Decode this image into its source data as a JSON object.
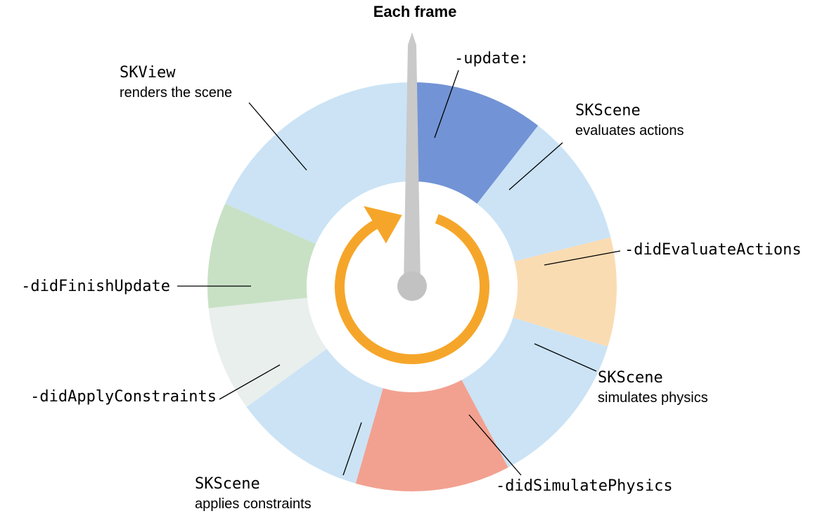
{
  "title": "Each frame",
  "diagram": {
    "center_arrow_color": "#F5A62A",
    "needle_color": "#C9C9C9",
    "hub_color": "#C2C2C2",
    "leader_line_color": "#000000",
    "background_color": "#FFFFFF"
  },
  "segments": [
    {
      "name": "update",
      "start": 0,
      "end": 38,
      "color": "#7293D5",
      "label_mono": "-update:",
      "label_text": ""
    },
    {
      "name": "scene-evaluates-actions",
      "start": 38,
      "end": 76,
      "color": "#CBE3F5",
      "label_mono": "SKScene",
      "label_text": "evaluates actions"
    },
    {
      "name": "did-evaluate-actions",
      "start": 76,
      "end": 107,
      "color": "#FADCB3",
      "label_mono": "-didEvaluateActions",
      "label_text": ""
    },
    {
      "name": "scene-simulates-physics",
      "start": 107,
      "end": 152,
      "color": "#CBE3F5",
      "label_mono": "SKScene",
      "label_text": "simulates physics"
    },
    {
      "name": "did-simulate-physics",
      "start": 152,
      "end": 196,
      "color": "#F2A190",
      "label_mono": "-didSimulatePhysics",
      "label_text": ""
    },
    {
      "name": "scene-applies-constraints",
      "start": 196,
      "end": 234,
      "color": "#CBE3F5",
      "label_mono": "SKScene",
      "label_text": "applies constraints"
    },
    {
      "name": "did-apply-constraints",
      "start": 234,
      "end": 264,
      "color": "#E9EFEC",
      "label_mono": "-didApplyConstraints",
      "label_text": ""
    },
    {
      "name": "did-finish-update",
      "start": 264,
      "end": 294,
      "color": "#C8E1C5",
      "label_mono": "-didFinishUpdate",
      "label_text": ""
    },
    {
      "name": "view-renders-scene",
      "start": 294,
      "end": 360,
      "color": "#CBE3F5",
      "label_mono": "SKView",
      "label_text": "renders the scene"
    }
  ]
}
